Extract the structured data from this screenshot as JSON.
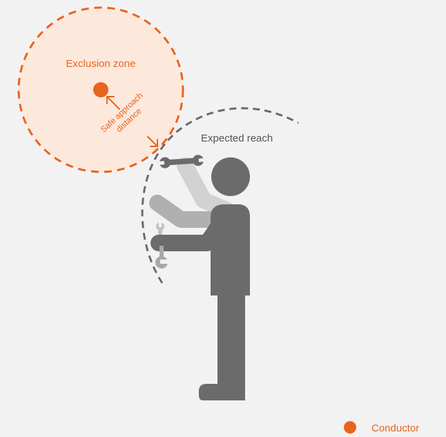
{
  "labels": {
    "exclusion_zone": "Exclusion zone",
    "safe_approach_line1": "Safe approach",
    "safe_approach_line2": "distance",
    "expected_reach": "Expected reach",
    "legend_conductor": "Conductor"
  },
  "colors": {
    "background": "#f2f2f2",
    "orange": "#e8641e",
    "zone_fill": "#fde8dc",
    "figure_dark": "#6b6b6b",
    "arm_mid": "#adadad",
    "arm_light": "#cfcfcf",
    "reach_dash": "#6b6b6b"
  },
  "icons": {
    "wrench": "wrench-icon",
    "conductor": "conductor-icon"
  }
}
